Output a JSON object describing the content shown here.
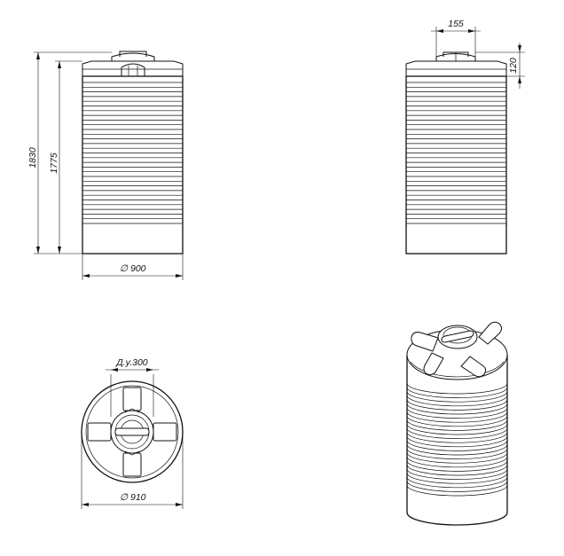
{
  "dimensions": {
    "overall_height": "1830",
    "body_height": "1775",
    "body_diameter": "900",
    "neck_width": "155",
    "neck_height": "120",
    "nominal_bore": "Д.у.300",
    "top_diameter": "910"
  },
  "symbols": {
    "diameter": "∅"
  },
  "colors": {
    "line": "#111111",
    "background": "#ffffff"
  }
}
